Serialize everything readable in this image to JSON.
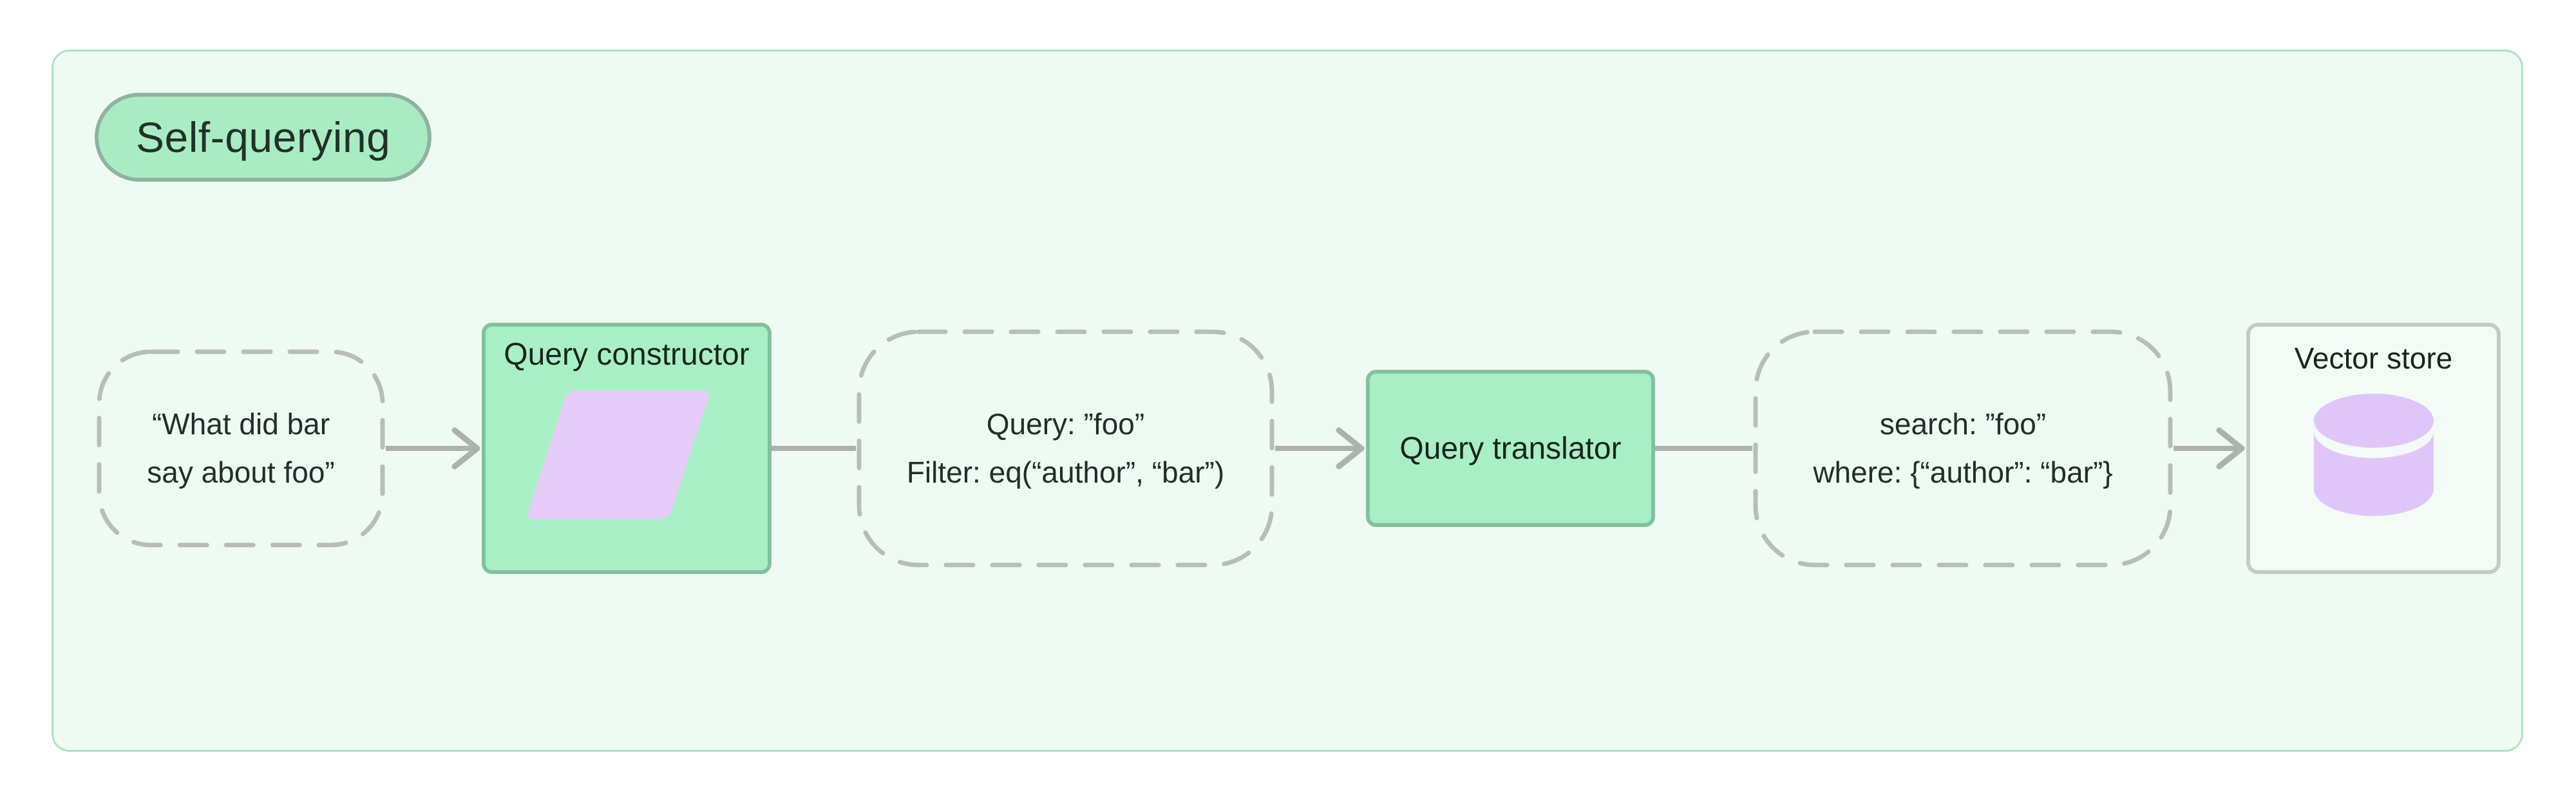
{
  "badge": {
    "label": "Self-querying"
  },
  "flow": {
    "input_node": {
      "line1": "“What did bar",
      "line2": "say about foo”"
    },
    "query_constructor": {
      "label": "Query constructor"
    },
    "structured_query_node": {
      "line1": "Query: ”foo”",
      "line2": "Filter: eq(“author”, “bar”)"
    },
    "query_translator": {
      "label": "Query translator"
    },
    "translated_query_node": {
      "line1": "search: ”foo”",
      "line2": "where: {“author”: “bar”}"
    },
    "vector_store": {
      "label": "Vector store"
    }
  },
  "colors": {
    "page_bg": "#ffffff",
    "panel_bg": "#f0faf4",
    "panel_border": "#abe3c3",
    "badge_bg": "#a9ecc3",
    "badge_border": "#90b2a0",
    "green_node_bg": "#a9efc5",
    "green_node_border": "#85c09e",
    "dashed_border": "#b8bdb9",
    "connector_gray": "#adb2ae",
    "purple_shape": "#e6caf9",
    "vector_store_bg": "#f4fbf7",
    "vector_store_border": "#c5cac7",
    "text": "#1b2420"
  }
}
